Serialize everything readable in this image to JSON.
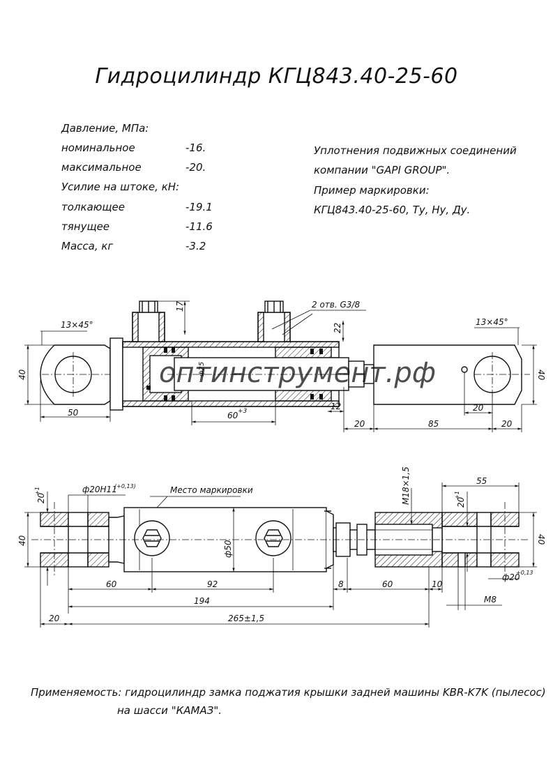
{
  "title": "Гидроцилиндр КГЦ843.40-25-60",
  "specs": {
    "pressure_header": "Давление, МПа:",
    "nominal_label": "номинальное",
    "nominal_value": "-16.",
    "max_label": "максимальное",
    "max_value": "-20.",
    "force_header": "Усилие на штоке, кН:",
    "push_label": "толкающее",
    "push_value": "-19.1",
    "pull_label": "тянущее",
    "pull_value": "-11.6",
    "mass_label": "Масса, кг",
    "mass_value": "-3.2"
  },
  "notes": {
    "line1": "Уплотнения подвижных соединений",
    "line2": "компании \"GAPI GROUP\".",
    "line3": "Пример маркировки:",
    "line4": "КГЦ843.40-25-60, Ту, Ну, Ду."
  },
  "watermark": "оптинструмент.рф",
  "top_view_dims": {
    "chamfer_left": "13×45°",
    "chamfer_right": "13×45°",
    "port_height": "17",
    "ports_callout": "2 отв. G3/8",
    "height_22": "22",
    "left_height": "40",
    "right_height": "40",
    "eye_length": "50",
    "stroke": "60",
    "stroke_tol": "+3",
    "gap_12": "12",
    "hole_20": "20",
    "dim_20_a": "20",
    "dim_85": "85",
    "dim_20_b": "20",
    "rod_dia": "ф25"
  },
  "bottom_view_dims": {
    "bore_left": "ф20Н11",
    "bore_left_tol": "(+0,13)",
    "mark_place": "Место маркировки",
    "thread": "М18×1,5",
    "dim_55": "55",
    "dim_20_left": "20",
    "dim_20_left_tol": "+1",
    "dim_20_right": "20",
    "dim_20_right_tol": "+1",
    "left_height": "40",
    "right_height": "40",
    "body_dia": "ф50",
    "bore_right": "ф20",
    "bore_right_tol": "+0,13",
    "dim_60_left": "60",
    "dim_92": "92",
    "dim_8": "8",
    "dim_60_right": "60",
    "dim_10": "10",
    "dim_194": "194",
    "thread_m8": "М8",
    "dim_20": "20",
    "dim_265": "265±1,5"
  },
  "application": {
    "line1": "Применяемость: гидроцилиндр замка поджатия крышки задней машины KBR-K7K (пылесос)",
    "line2": "на шасси \"КАМАЗ\"."
  }
}
